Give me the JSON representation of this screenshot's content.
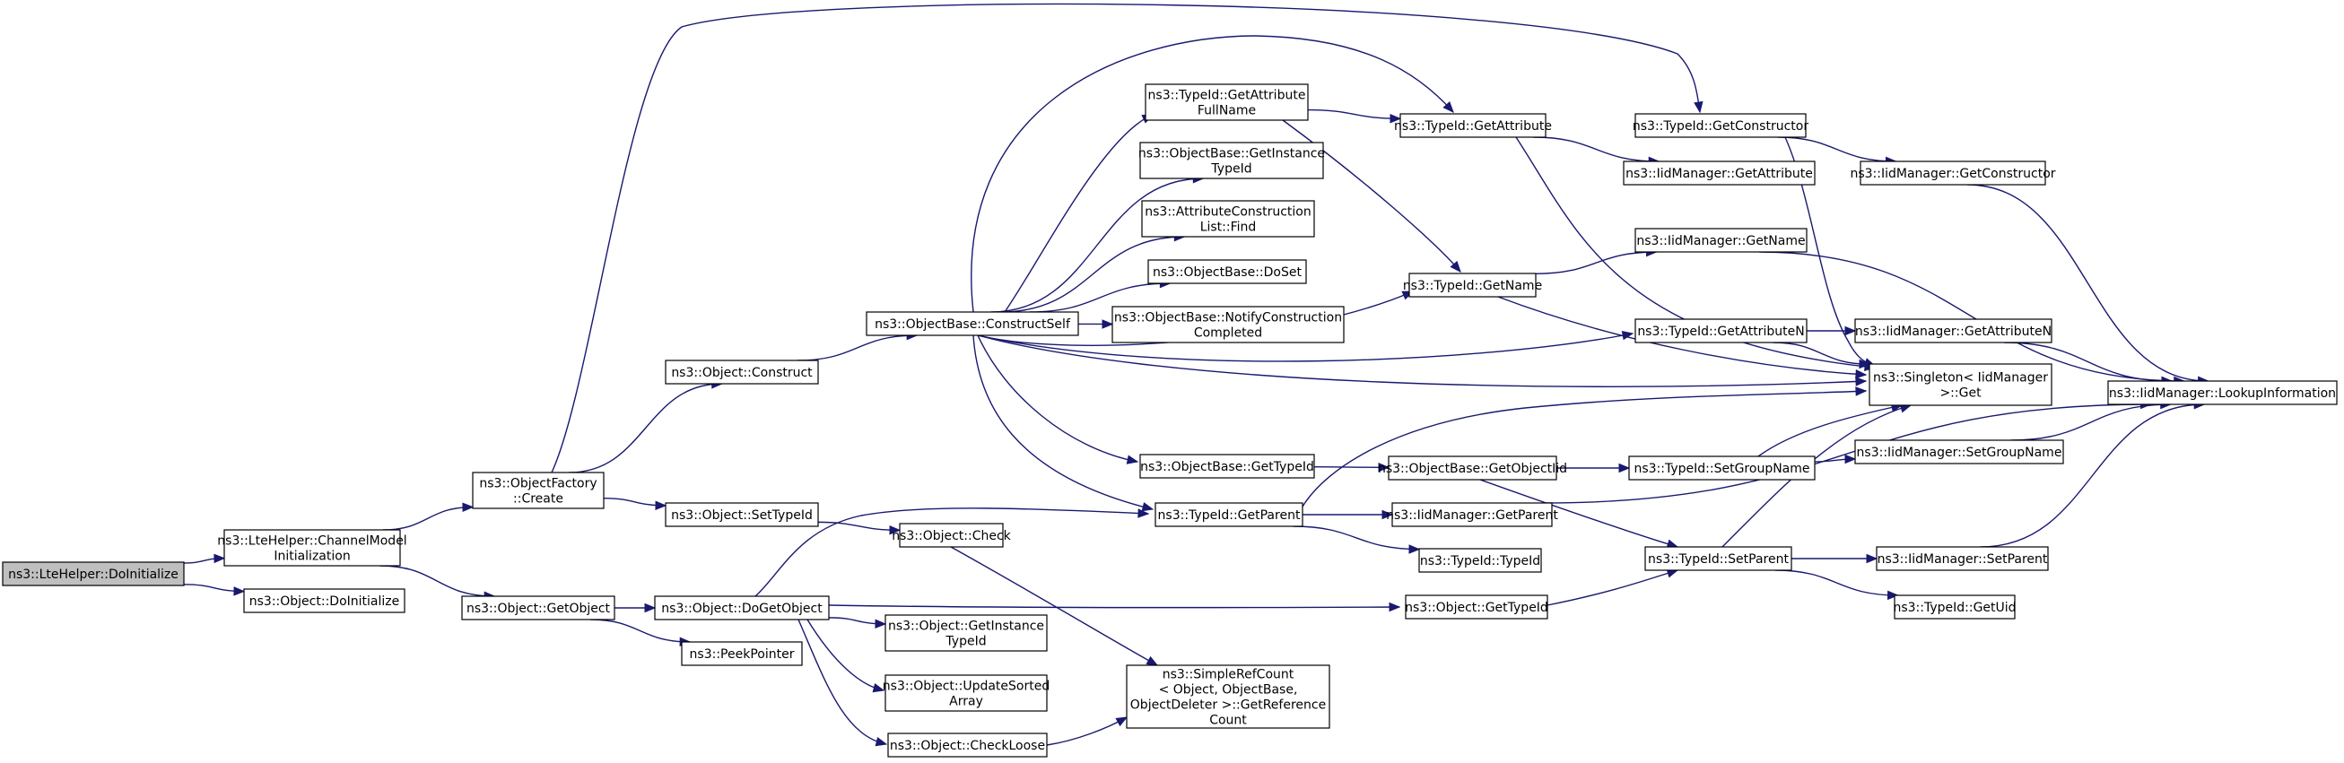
{
  "diagram": {
    "edge_color": "#191970",
    "root_fill": "#bfbfbf",
    "nodes": [
      {
        "id": "n0",
        "lines": [
          "ns3::LteHelper::DoInitialize"
        ],
        "root": true
      },
      {
        "id": "n1",
        "lines": [
          "ns3::LteHelper::ChannelModel",
          "Initialization"
        ]
      },
      {
        "id": "n2",
        "lines": [
          "ns3::Object::DoInitialize"
        ]
      },
      {
        "id": "n3",
        "lines": [
          "ns3::ObjectFactory",
          "::Create"
        ]
      },
      {
        "id": "n4",
        "lines": [
          "ns3::Object::GetObject"
        ]
      },
      {
        "id": "n5",
        "lines": [
          "ns3::Object::Construct"
        ]
      },
      {
        "id": "n6",
        "lines": [
          "ns3::Object::SetTypeId"
        ]
      },
      {
        "id": "n7",
        "lines": [
          "ns3::Object::DoGetObject"
        ]
      },
      {
        "id": "n8",
        "lines": [
          "ns3::PeekPointer"
        ]
      },
      {
        "id": "n9",
        "lines": [
          "ns3::ObjectBase::ConstructSelf"
        ]
      },
      {
        "id": "n10",
        "lines": [
          "ns3::Object::Check"
        ]
      },
      {
        "id": "n11",
        "lines": [
          "ns3::Object::GetInstance",
          "TypeId"
        ]
      },
      {
        "id": "n12",
        "lines": [
          "ns3::Object::UpdateSorted",
          "Array"
        ]
      },
      {
        "id": "n13",
        "lines": [
          "ns3::Object::CheckLoose"
        ]
      },
      {
        "id": "n14",
        "lines": [
          "ns3::TypeId::GetAttribute",
          "FullName"
        ]
      },
      {
        "id": "n15",
        "lines": [
          "ns3::ObjectBase::GetInstance",
          "TypeId"
        ]
      },
      {
        "id": "n16",
        "lines": [
          "ns3::AttributeConstruction",
          "List::Find"
        ]
      },
      {
        "id": "n17",
        "lines": [
          "ns3::ObjectBase::DoSet"
        ]
      },
      {
        "id": "n18",
        "lines": [
          "ns3::ObjectBase::NotifyConstruction",
          "Completed"
        ]
      },
      {
        "id": "n19",
        "lines": [
          "ns3::ObjectBase::GetTypeId"
        ]
      },
      {
        "id": "n20",
        "lines": [
          "ns3::TypeId::GetParent"
        ]
      },
      {
        "id": "n21",
        "lines": [
          "ns3::SimpleRefCount",
          "< Object, ObjectBase,",
          "ObjectDeleter >::GetReference",
          "Count"
        ]
      },
      {
        "id": "n22",
        "lines": [
          "ns3::TypeId::GetAttribute"
        ]
      },
      {
        "id": "n23",
        "lines": [
          "ns3::TypeId::GetName"
        ]
      },
      {
        "id": "n24",
        "lines": [
          "ns3::ObjectBase::GetObjectIid"
        ]
      },
      {
        "id": "n25",
        "lines": [
          "ns3::IidManager::GetParent"
        ]
      },
      {
        "id": "n26",
        "lines": [
          "ns3::TypeId::TypeId"
        ]
      },
      {
        "id": "n27",
        "lines": [
          "ns3::Object::GetTypeId"
        ]
      },
      {
        "id": "n28",
        "lines": [
          "ns3::TypeId::GetConstructor"
        ]
      },
      {
        "id": "n29",
        "lines": [
          "ns3::IidManager::GetAttribute"
        ]
      },
      {
        "id": "n30",
        "lines": [
          "ns3::IidManager::GetName"
        ]
      },
      {
        "id": "n31",
        "lines": [
          "ns3::TypeId::GetAttributeN"
        ]
      },
      {
        "id": "n32",
        "lines": [
          "ns3::TypeId::SetGroupName"
        ]
      },
      {
        "id": "n33",
        "lines": [
          "ns3::TypeId::SetParent"
        ]
      },
      {
        "id": "n34",
        "lines": [
          "ns3::TypeId::GetUid"
        ]
      },
      {
        "id": "n35",
        "lines": [
          "ns3::IidManager::GetConstructor"
        ]
      },
      {
        "id": "n36",
        "lines": [
          "ns3::IidManager::GetAttributeN"
        ]
      },
      {
        "id": "n37",
        "lines": [
          "ns3::Singleton< IidManager",
          ">::Get"
        ]
      },
      {
        "id": "n38",
        "lines": [
          "ns3::IidManager::SetGroupName"
        ]
      },
      {
        "id": "n39",
        "lines": [
          "ns3::IidManager::SetParent"
        ]
      },
      {
        "id": "n40",
        "lines": [
          "ns3::IidManager::LookupInformation"
        ]
      }
    ],
    "edges": [
      [
        "n0",
        "n1"
      ],
      [
        "n0",
        "n2"
      ],
      [
        "n1",
        "n3"
      ],
      [
        "n1",
        "n4"
      ],
      [
        "n3",
        "n5"
      ],
      [
        "n3",
        "n6"
      ],
      [
        "n3",
        "n28"
      ],
      [
        "n4",
        "n7"
      ],
      [
        "n4",
        "n8"
      ],
      [
        "n5",
        "n9"
      ],
      [
        "n6",
        "n10"
      ],
      [
        "n7",
        "n20"
      ],
      [
        "n7",
        "n27"
      ],
      [
        "n7",
        "n11"
      ],
      [
        "n7",
        "n12"
      ],
      [
        "n7",
        "n13"
      ],
      [
        "n9",
        "n14"
      ],
      [
        "n9",
        "n22"
      ],
      [
        "n9",
        "n15"
      ],
      [
        "n9",
        "n16"
      ],
      [
        "n9",
        "n17"
      ],
      [
        "n9",
        "n18"
      ],
      [
        "n9",
        "n23"
      ],
      [
        "n9",
        "n31"
      ],
      [
        "n9",
        "n37"
      ],
      [
        "n9",
        "n19"
      ],
      [
        "n9",
        "n20"
      ],
      [
        "n10",
        "n21"
      ],
      [
        "n13",
        "n21"
      ],
      [
        "n14",
        "n22"
      ],
      [
        "n14",
        "n23"
      ],
      [
        "n19",
        "n24"
      ],
      [
        "n20",
        "n37"
      ],
      [
        "n20",
        "n25"
      ],
      [
        "n20",
        "n26"
      ],
      [
        "n22",
        "n29"
      ],
      [
        "n22",
        "n37"
      ],
      [
        "n23",
        "n30"
      ],
      [
        "n23",
        "n37"
      ],
      [
        "n24",
        "n32"
      ],
      [
        "n24",
        "n33"
      ],
      [
        "n25",
        "n40"
      ],
      [
        "n27",
        "n33"
      ],
      [
        "n28",
        "n35"
      ],
      [
        "n28",
        "n37"
      ],
      [
        "n30",
        "n40"
      ],
      [
        "n31",
        "n36"
      ],
      [
        "n31",
        "n37"
      ],
      [
        "n32",
        "n37"
      ],
      [
        "n32",
        "n38"
      ],
      [
        "n33",
        "n37"
      ],
      [
        "n33",
        "n39"
      ],
      [
        "n33",
        "n34"
      ],
      [
        "n35",
        "n40"
      ],
      [
        "n36",
        "n40"
      ],
      [
        "n38",
        "n40"
      ],
      [
        "n39",
        "n40"
      ]
    ]
  }
}
